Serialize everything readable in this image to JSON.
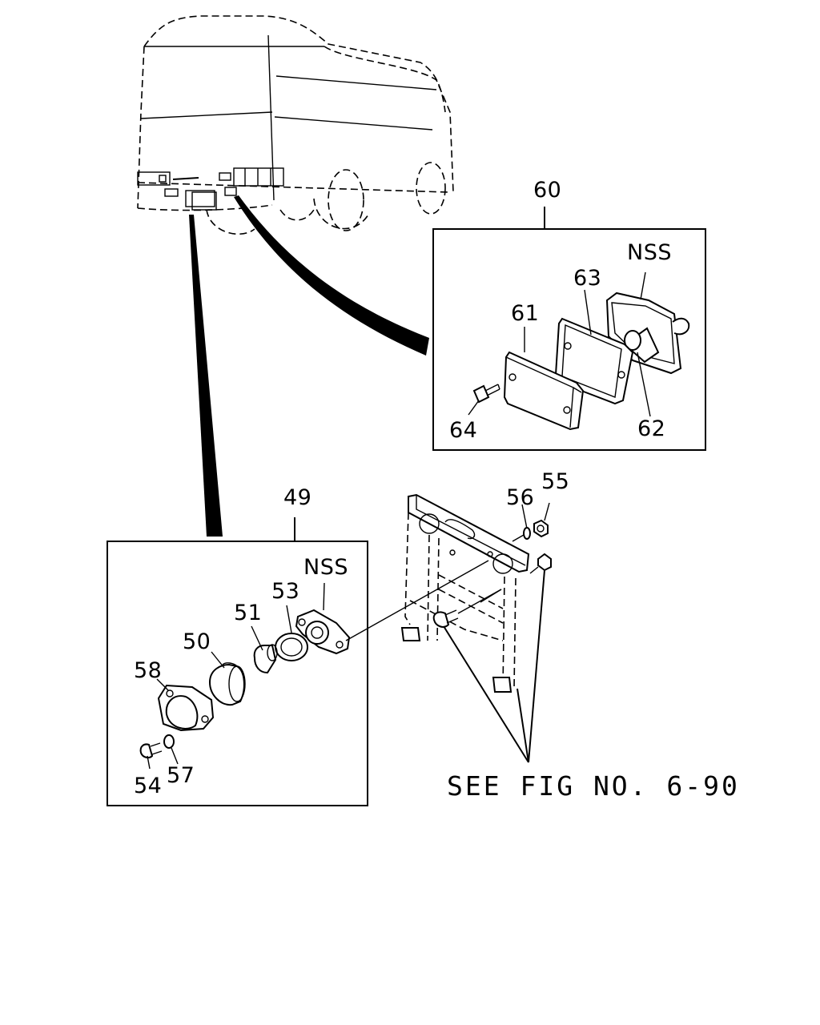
{
  "diagram": {
    "callouts": {
      "c60": "60",
      "c61": "61",
      "c62": "62",
      "c63": "63",
      "c64": "64",
      "nss_upper": "NSS",
      "c49": "49",
      "c50": "50",
      "c51": "51",
      "c53": "53",
      "c54": "54",
      "c55": "55",
      "c56": "56",
      "c57": "57",
      "c58": "58",
      "nss_lower": "NSS"
    },
    "see_fig_note": "SEE FIG NO. 6-90"
  }
}
